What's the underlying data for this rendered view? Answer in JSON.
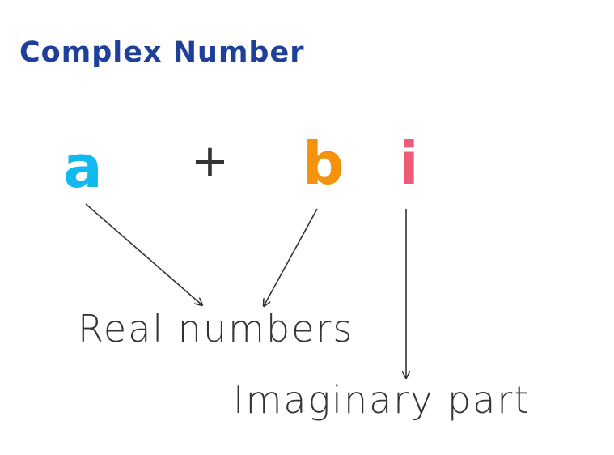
{
  "title": "Complex Number",
  "expression": {
    "real": "a",
    "operator": "+",
    "coefficient": "b",
    "unit": "i"
  },
  "labels": {
    "real_numbers": "Real numbers",
    "imaginary_part": "Imaginary part"
  },
  "colors": {
    "title": "#1f4099",
    "real": "#12b9f0",
    "operator": "#333333",
    "coefficient": "#f4920e",
    "unit": "#ef5a76",
    "label": "#333333",
    "arrow": "#333333"
  }
}
